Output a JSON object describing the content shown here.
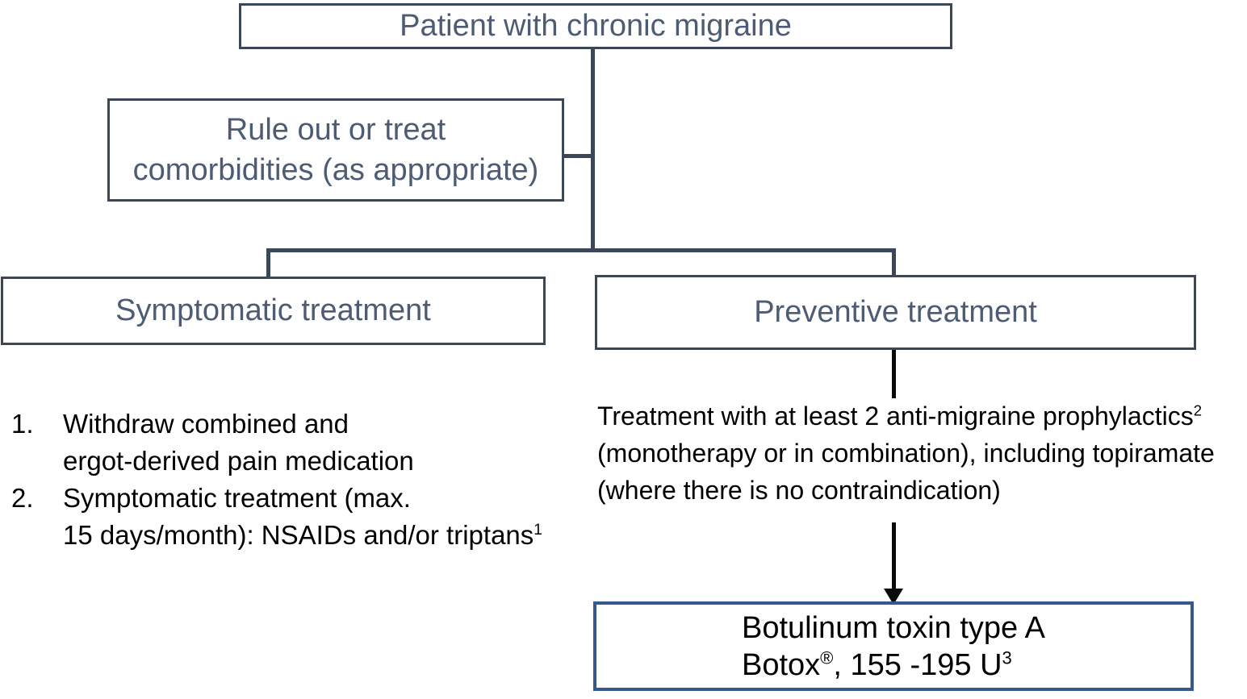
{
  "nodes": {
    "patient": {
      "label": "Patient with chronic migraine"
    },
    "comorbidities": {
      "line1": "Rule out or treat",
      "line2": "comorbidities (as appropriate)"
    },
    "symptomatic": {
      "label": "Symptomatic treatment"
    },
    "preventive": {
      "label": "Preventive treatment"
    },
    "botulinum": {
      "line1": "Botulinum toxin type A",
      "line2_brand": "Botox",
      "line2_reg": "®",
      "line2_dose": ", 155 -195 U",
      "line2_sup": "3"
    }
  },
  "symptomatic_list": {
    "items": [
      {
        "number": "1.",
        "line1": "Withdraw combined and",
        "line2": "ergot-derived pain medication",
        "line2_sup": ""
      },
      {
        "number": "2.",
        "line1": "Symptomatic treatment (max.",
        "line2": "15 days/month): NSAIDs and/or triptans",
        "line2_sup": "1"
      }
    ]
  },
  "preventive_text": {
    "line1": "Treatment with at least 2 anti-migraine prophylactics",
    "line1_sup": "2",
    "line2": "(monotherapy or in combination), including topiramate",
    "line3": "(where there is no contraindication)"
  },
  "colors": {
    "node_border_slate": "#3a4757",
    "node_text_slate": "#4d5c73",
    "botulinum_border_blue": "#36588c",
    "body_text_black": "#0a0a0a",
    "background": "#ffffff"
  }
}
